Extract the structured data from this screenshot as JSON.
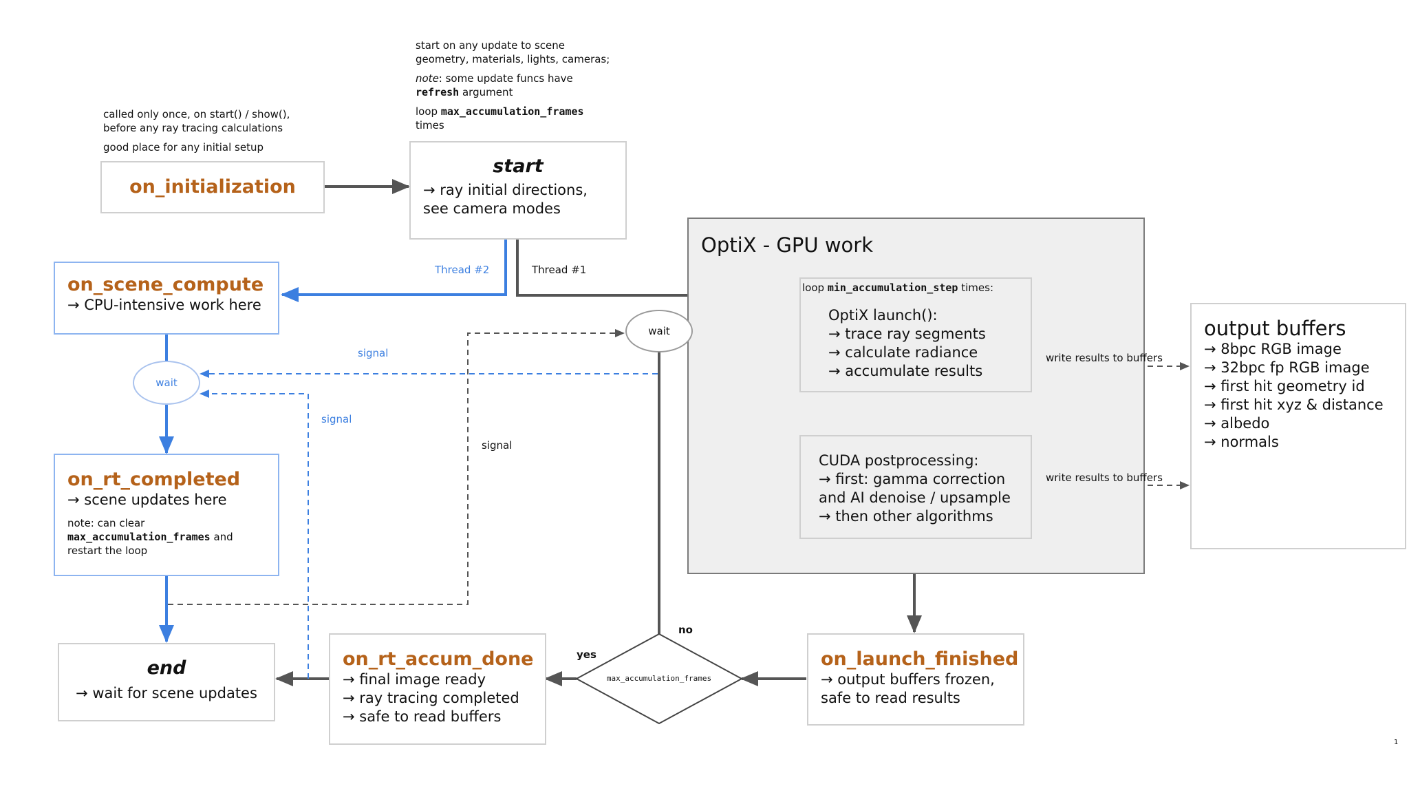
{
  "colors": {
    "orange": "#b5621a",
    "blue": "#3c7fe0",
    "gray_line": "#555555",
    "group_bg": "#efefef"
  },
  "annotations": {
    "init_line1": "called only once, on start() / show(),",
    "init_line2": "before any ray tracing calculations",
    "init_line3": "good place for any initial setup",
    "start_line1": "start on any update to scene",
    "start_line2": "geometry, materials, lights, cameras;",
    "start_note_word": "note",
    "start_note_rest": ": some update funcs have",
    "start_refresh": "refresh",
    "start_argument": " argument",
    "start_loop": "loop ",
    "start_max": "max_accumulation_frames",
    "start_times": "times"
  },
  "nodes": {
    "on_initialization": "on_initialization",
    "start_title": "start",
    "start_body": "→ ray initial directions,\nsee camera modes",
    "scene_compute_title": "on_scene_compute",
    "scene_compute_body": "→ CPU-intensive work here",
    "rt_completed_title": "on_rt_completed",
    "rt_completed_body": "→ scene updates here",
    "rt_completed_note1": "note: can clear",
    "rt_completed_note_mono": "max_accumulation_frames",
    "rt_completed_note2": " and",
    "rt_completed_note3": "restart the loop",
    "end_title": "end",
    "end_body": "→ wait for scene updates",
    "accum_done_title": "on_rt_accum_done",
    "accum_done_body": "→ final image ready\n→ ray tracing completed\n→ safe to read buffers",
    "launch_finished_title": "on_launch_finished",
    "launch_finished_body": "→ output buffers frozen,\nsafe to read results",
    "optix_group_title": "OptiX - GPU work",
    "optix_loop_pre": "loop ",
    "optix_loop_mono": "min_accumulation_step",
    "optix_loop_post": " times:",
    "optix_launch_body": "OptiX launch():\n→ trace ray segments\n→ calculate radiance\n→ accumulate results",
    "cuda_body": "CUDA postprocessing:\n→ first: gamma correction\nand AI denoise / upsample\n→ then other algorithms",
    "output_title": "output buffers",
    "output_body": "→ 8bpc RGB image\n→ 32bpc fp RGB image\n→ first hit geometry id\n→ first hit xyz & distance\n→ albedo\n→ normals",
    "wait_left": "wait",
    "wait_right": "wait",
    "decision": "max_accumulation_frames"
  },
  "labels": {
    "thread2": "Thread #2",
    "thread1": "Thread #1",
    "signal_top": "signal",
    "signal_mid": "signal",
    "signal_right": "signal",
    "write1": "write results to buffers",
    "write2": "write results to buffers",
    "yes": "yes",
    "no": "no",
    "page_num": "1"
  }
}
